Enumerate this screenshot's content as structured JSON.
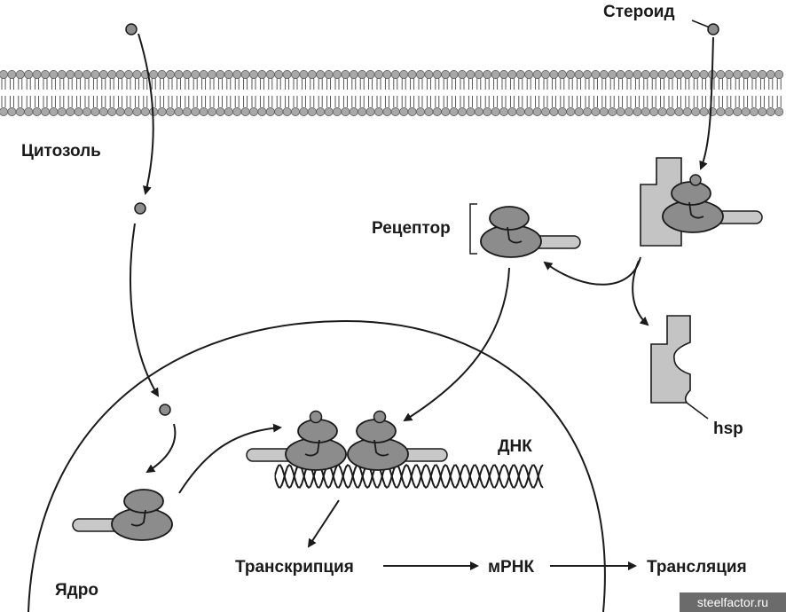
{
  "labels": {
    "steroid": "Стероид",
    "cytosol": "Цитозоль",
    "receptor": "Рецептор",
    "hsp": "hsp",
    "dna": "ДНК",
    "transcription": "Транскрипция",
    "mrna": "мРНК",
    "translation": "Трансляция",
    "nucleus": "Ядро"
  },
  "watermark": "steelfactor.ru",
  "colors": {
    "membrane_head": "#a8a8a8",
    "receptor_dark": "#8c8c8c",
    "receptor_light": "#c8c8c8",
    "hsp_fill": "#c4c4c4",
    "ligand": "#8e8e8e",
    "line": "#1a1a1a"
  },
  "icons": {
    "ligand": "steroid-molecule-icon",
    "receptor": "receptor-protein-icon",
    "hsp": "heat-shock-protein-icon"
  }
}
